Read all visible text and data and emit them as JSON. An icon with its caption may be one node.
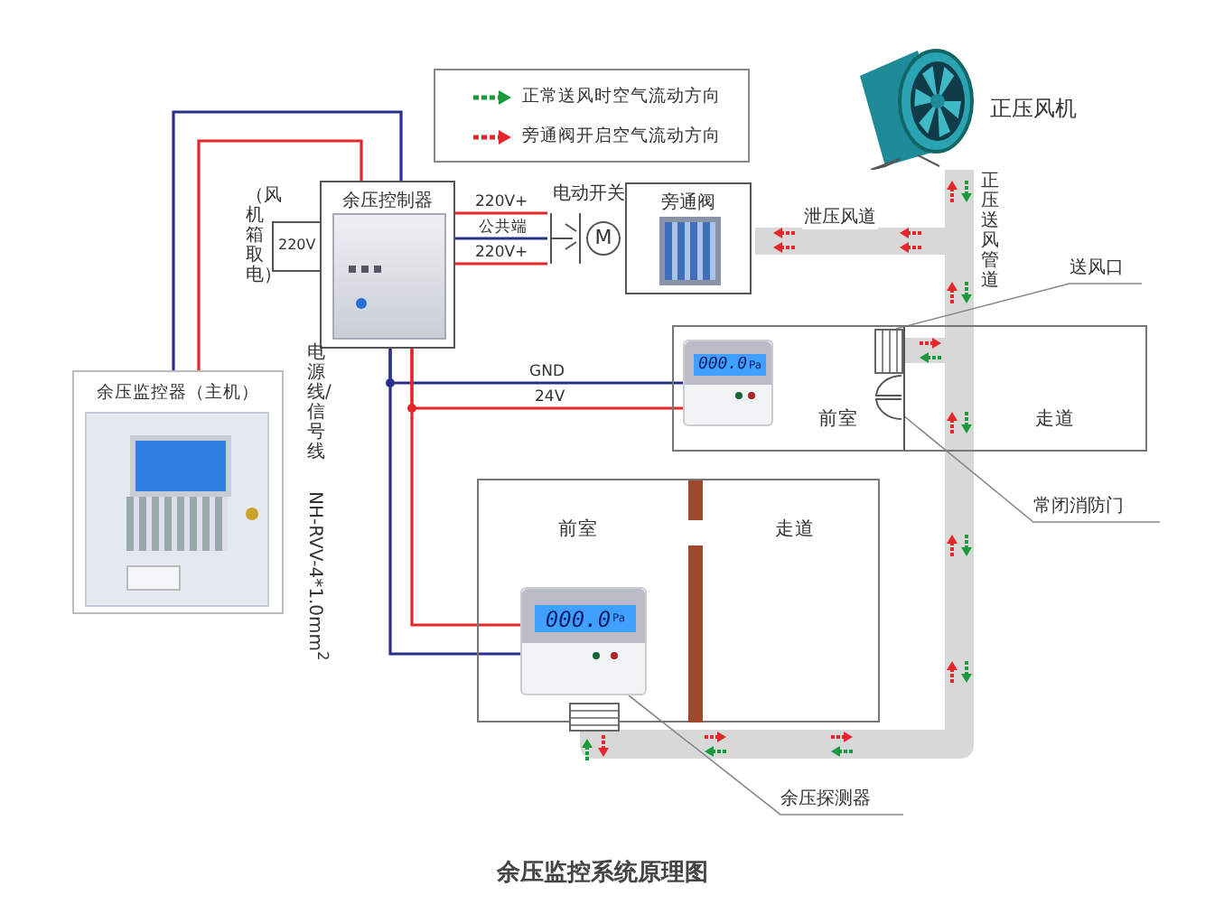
{
  "diagram": {
    "title": "余压监控系统原理图",
    "nodes": [
      {
        "text": [
          "余压控制器"
        ]
      },
      {
        "text": [
          "旁通阀"
        ]
      },
      {
        "text": [
          "M"
        ],
        "beside": [
          "电动开关"
        ]
      },
      {
        "text": [
          "余压监控器（主机）"
        ]
      },
      {
        "text": [
          "前室",
          "走道"
        ]
      },
      {
        "text": [
          "000.0",
          "Pa"
        ],
        "in": 4
      },
      {
        "text": [],
        "shape": "vent",
        "in": 4
      },
      {
        "text": [],
        "shape": "door",
        "in": 4
      },
      {
        "text": [
          "前室",
          "走道"
        ]
      },
      {
        "text": [
          "000.0",
          "Pa"
        ],
        "in": 8
      },
      {
        "text": [],
        "shape": "vent",
        "in": 8
      },
      {
        "text": [],
        "shape": "picture",
        "beside": [
          "正压风机"
        ]
      },
      {
        "text": [
          "余压探测器"
        ]
      },
      {
        "text": [
          "常闭消防门"
        ]
      },
      {
        "text": [
          "送风口"
        ]
      }
    ],
    "edges": [
      {
        "from": 3,
        "to": 0,
        "arrow": "none",
        "color": "#2b2f8c"
      },
      {
        "from": 3,
        "to": 0,
        "arrow": "none",
        "color": "#e5262a"
      },
      {
        "from": 0,
        "to": 2,
        "arrow": "none",
        "label": "220V+",
        "color": "#e5262a"
      },
      {
        "from": 0,
        "to": 2,
        "arrow": "none",
        "label": "公共端",
        "color": "#2b2f8c"
      },
      {
        "from": 0,
        "to": 2,
        "arrow": "none",
        "label": "220V+",
        "color": "#e5262a"
      },
      {
        "from": 0,
        "to": 5,
        "arrow": "none",
        "label": "GND",
        "color": "#2b2f8c"
      },
      {
        "from": 0,
        "to": 5,
        "arrow": "none",
        "label": "24V",
        "color": "#e5262a"
      },
      {
        "from": 0,
        "to": 9,
        "arrow": "none",
        "color": "#2b2f8c"
      },
      {
        "from": 0,
        "to": 9,
        "arrow": "none",
        "color": "#e5262a"
      },
      {
        "from": 12,
        "to": 9,
        "arrow": "none",
        "color": "#888888"
      },
      {
        "from": 13,
        "to": 7,
        "arrow": "none",
        "color": "#888888"
      },
      {
        "from": 14,
        "to": 6,
        "arrow": "none",
        "color": "#888888"
      }
    ],
    "labels": [
      "220V",
      "（风机箱取电）",
      "电源线/信号线",
      "NH-RVV-4*1.0mm$^{2}$",
      "泄压风道",
      "正压送风管道"
    ],
    "legend": [
      {
        "text": "正常送风时空气流动方向"
      },
      {
        "text": "旁通阀开启空气流动方向"
      }
    ]
  }
}
